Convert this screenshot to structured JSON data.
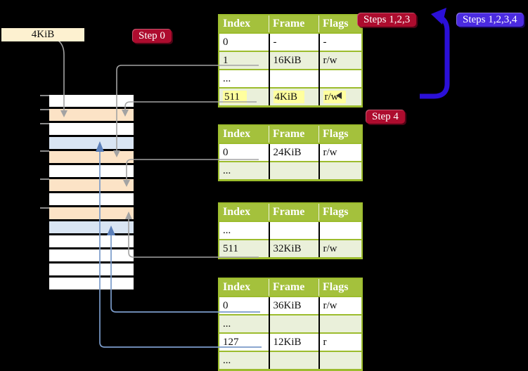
{
  "frame_label": {
    "text": "4KiB"
  },
  "badges": {
    "step0": {
      "text": "Step 0"
    },
    "steps123": {
      "text": "Steps 1,2,3"
    },
    "steps1234": {
      "text": "Steps 1,2,3,4"
    },
    "step4": {
      "text": "Step 4"
    }
  },
  "page_tables": [
    {
      "name": "table-level-4",
      "headers": [
        "Index",
        "Frame",
        "Flags"
      ],
      "rows": [
        {
          "cells": [
            "0",
            "-",
            "-"
          ],
          "shaded": false,
          "highlighted": false
        },
        {
          "cells": [
            "1",
            "16KiB",
            "r/w"
          ],
          "shaded": true,
          "highlighted": false
        },
        {
          "cells": [
            "...",
            "",
            ""
          ],
          "shaded": false,
          "highlighted": false
        },
        {
          "cells": [
            "511",
            "4KiB",
            "r/w"
          ],
          "shaded": true,
          "highlighted": true
        }
      ]
    },
    {
      "name": "table-level-3",
      "headers": [
        "Index",
        "Frame",
        "Flags"
      ],
      "rows": [
        {
          "cells": [
            "0",
            "24KiB",
            "r/w"
          ],
          "shaded": false,
          "highlighted": false
        },
        {
          "cells": [
            "...",
            "",
            ""
          ],
          "shaded": true,
          "highlighted": false
        }
      ]
    },
    {
      "name": "table-level-2",
      "headers": [
        "Index",
        "Frame",
        "Flags"
      ],
      "rows": [
        {
          "cells": [
            "...",
            "",
            ""
          ],
          "shaded": false,
          "highlighted": false
        },
        {
          "cells": [
            "511",
            "32KiB",
            "r/w"
          ],
          "shaded": true,
          "highlighted": false
        }
      ]
    },
    {
      "name": "table-level-1",
      "headers": [
        "Index",
        "Frame",
        "Flags"
      ],
      "rows": [
        {
          "cells": [
            "0",
            "36KiB",
            "r/w"
          ],
          "shaded": false,
          "highlighted": false
        },
        {
          "cells": [
            "...",
            "",
            ""
          ],
          "shaded": true,
          "highlighted": false
        },
        {
          "cells": [
            "127",
            "12KiB",
            "r"
          ],
          "shaded": false,
          "highlighted": false
        },
        {
          "cells": [
            "...",
            "",
            ""
          ],
          "shaded": true,
          "highlighted": false
        }
      ]
    }
  ],
  "memory_column": {
    "rows": [
      {
        "kind": "free"
      },
      {
        "kind": "page-table"
      },
      {
        "kind": "free"
      },
      {
        "kind": "mapped"
      },
      {
        "kind": "page-table"
      },
      {
        "kind": "free"
      },
      {
        "kind": "page-table"
      },
      {
        "kind": "free"
      },
      {
        "kind": "page-table"
      },
      {
        "kind": "mapped"
      },
      {
        "kind": "free"
      },
      {
        "kind": "free"
      },
      {
        "kind": "free"
      },
      {
        "kind": "free"
      }
    ]
  },
  "colors": {
    "background": "#000000",
    "table_header_bg": "#a4c13c",
    "table_row_shaded": "#eaf0da",
    "table_border": "#9cbc2d",
    "highlight_yellow": "#ffff9e",
    "memory_page_table": "#fce3c6",
    "memory_mapped": "#d9e5f3",
    "memory_free": "#ffffff",
    "badge_red": "#ad0c2e",
    "badge_blue": "#4b2be0",
    "arrow_blue_thick": "#2b10d8",
    "connector_gray": "#a3a3a3",
    "connector_blue": "#7b9bca",
    "label_bg": "#fdf1d0"
  }
}
